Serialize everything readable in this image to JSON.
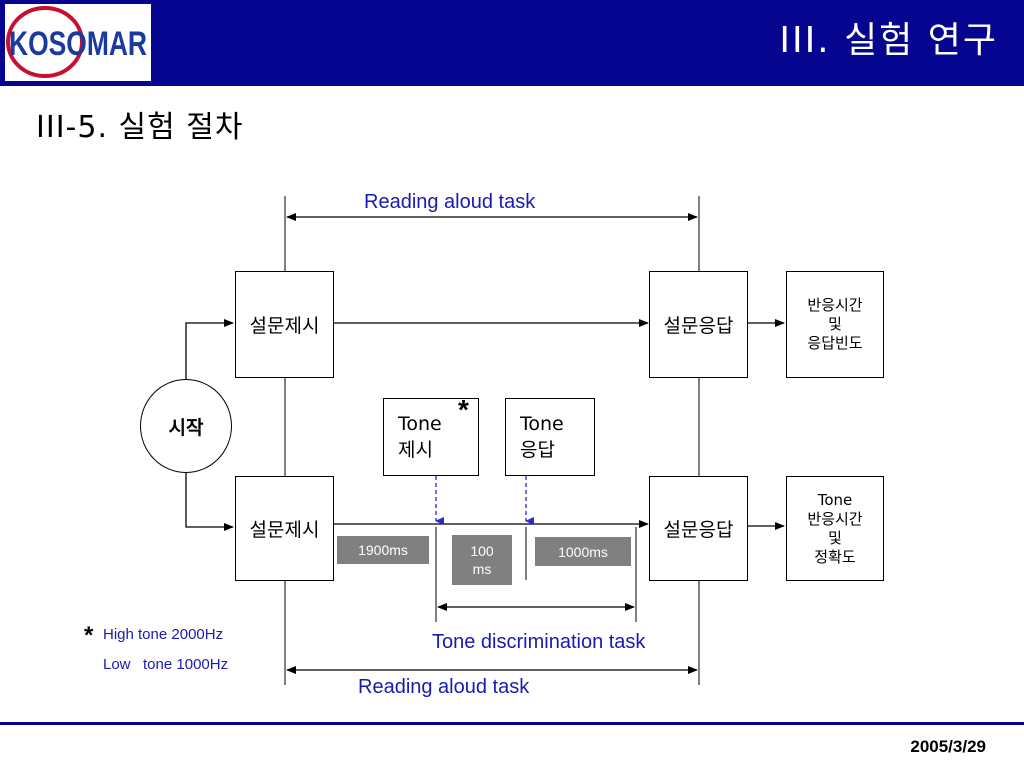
{
  "header": {
    "logo_text": "KOSOMAR",
    "title": "III. 실험 연구"
  },
  "section_title": "III-5. 실험 절차",
  "diagram": {
    "start": "시작",
    "top_left_box": "설문제시",
    "top_right_box": "설문응답",
    "top_outcome": "반응시간\n및\n응답빈도",
    "bottom_left_box": "설문제시",
    "bottom_right_box": "설문응답",
    "bottom_outcome": "Tone\n반응시간\n및\n정확도",
    "tone_present": "Tone\n제시",
    "tone_response": "Tone\n응답",
    "tone_marker": "*",
    "timers": [
      "1900ms",
      "100\nms",
      "1000ms"
    ],
    "task_top": "Reading aloud task",
    "task_tone": "Tone discrimination task",
    "task_bottom": "Reading aloud task"
  },
  "note": {
    "marker": "*",
    "line1": "High tone 2000Hz",
    "line2": "Low   tone 1000Hz"
  },
  "footer": {
    "date": "2005/3/29"
  },
  "colors": {
    "header_bg": "#06058f",
    "accent_blue": "#1a1ab0",
    "timer_gray": "#808080",
    "logo_red": "#c8102e",
    "logo_blue": "#1a3aa0"
  }
}
